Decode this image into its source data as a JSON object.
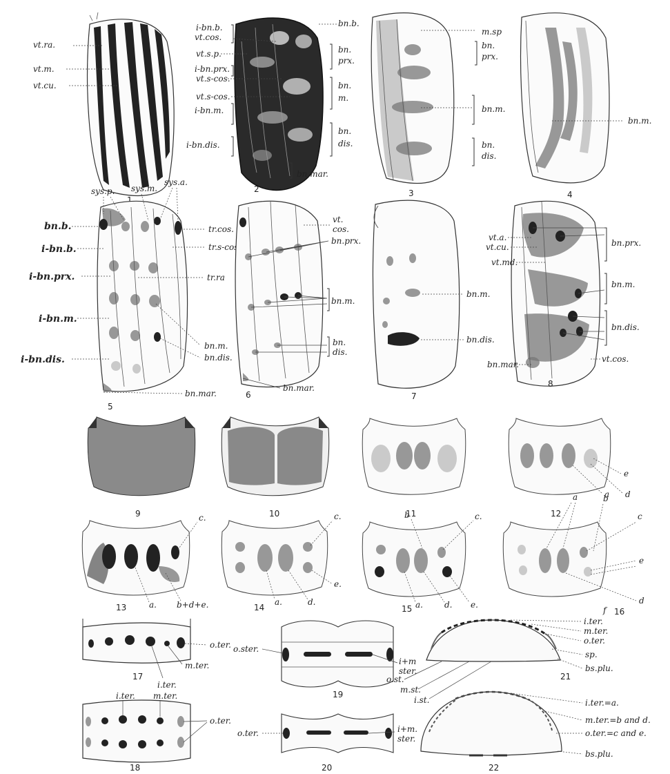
{
  "figures": {
    "f1": {
      "number": "1",
      "labels": [
        "vt.ra.",
        "vt.m.",
        "vt.cu."
      ]
    },
    "f2": {
      "number": "2",
      "labels": [
        "i-bn.b.",
        "vt.cos.",
        "vt.s.p.",
        "i-bn.prx.",
        "vt.s-cos.",
        "vt.s-cos.",
        "i-bn.m.",
        "i-bn.dis.",
        "bn.b.",
        "bn.",
        "prx.",
        "bn.",
        "m.",
        "bn.",
        "dis.",
        "bn.mar."
      ]
    },
    "f3": {
      "number": "3",
      "labels": [
        "m.sp",
        "bn.",
        "prx.",
        "bn.m.",
        "bn.",
        "dis."
      ]
    },
    "f4": {
      "number": "4",
      "labels": [
        "bn.m."
      ]
    },
    "f5": {
      "number": "5",
      "labels": [
        "sys.p.",
        "sys.m.",
        "sys.a.",
        "bn.b.",
        "i-bn.b.",
        "i-bn.prx.",
        "i-bn.m.",
        "i-bn.dis.",
        "tr.cos.",
        "tr.s-cos.",
        "tr.ra",
        "bn.m.",
        "bn.dis.",
        "bn.mar."
      ]
    },
    "f6": {
      "number": "6",
      "labels": [
        "vt.",
        "cos.",
        "bn.prx.",
        "bn.m.",
        "bn.",
        "dis.",
        "bn.mar."
      ]
    },
    "f7": {
      "number": "7",
      "labels": [
        "bn.m.",
        "bn.dis."
      ]
    },
    "f8": {
      "number": "8",
      "labels": [
        "vt.a.",
        "vt.cu.",
        "vt.md.",
        "bn.prx.",
        "bn.m.",
        "bn.dis.",
        "bn.mar.",
        "vt.cos."
      ]
    },
    "f9": {
      "number": "9"
    },
    "f10": {
      "number": "10"
    },
    "f11": {
      "number": "11"
    },
    "f12": {
      "number": "12",
      "labels": [
        "e",
        "a",
        "d"
      ]
    },
    "f13": {
      "number": "13",
      "labels": [
        "c.",
        "a.",
        "b+d+e."
      ]
    },
    "f14": {
      "number": "14",
      "labels": [
        "c.",
        "a.",
        "d.",
        "e."
      ]
    },
    "f15": {
      "number": "15",
      "labels": [
        "b",
        "c.",
        "a.",
        "d.",
        "e."
      ]
    },
    "f16": {
      "number": "16",
      "labels": [
        "a",
        "b",
        "c",
        "e",
        "f",
        "d"
      ]
    },
    "f17": {
      "number": "17",
      "labels": [
        "o.ter.",
        "m.ter.",
        "i.ter."
      ]
    },
    "f18": {
      "number": "18",
      "labels": [
        "i.ter.",
        "m.ter.",
        "o.ter."
      ]
    },
    "f19": {
      "number": "19",
      "labels": [
        "o.ster.",
        "i+m",
        "ster."
      ]
    },
    "f20": {
      "number": "20",
      "labels": [
        "o.ter.",
        "i+m.",
        "ster."
      ]
    },
    "f21": {
      "number": "21",
      "labels": [
        "i.ter.",
        "m.ter.",
        "o.ter.",
        "sp.",
        "bs.plu.",
        "o.st.",
        "m.st.",
        "i.st."
      ]
    },
    "f22": {
      "number": "22",
      "labels": [
        "i.ter.=a.",
        "m.ter.=b and d.",
        "o.ter.=c and e.",
        "bs.plu."
      ]
    }
  }
}
